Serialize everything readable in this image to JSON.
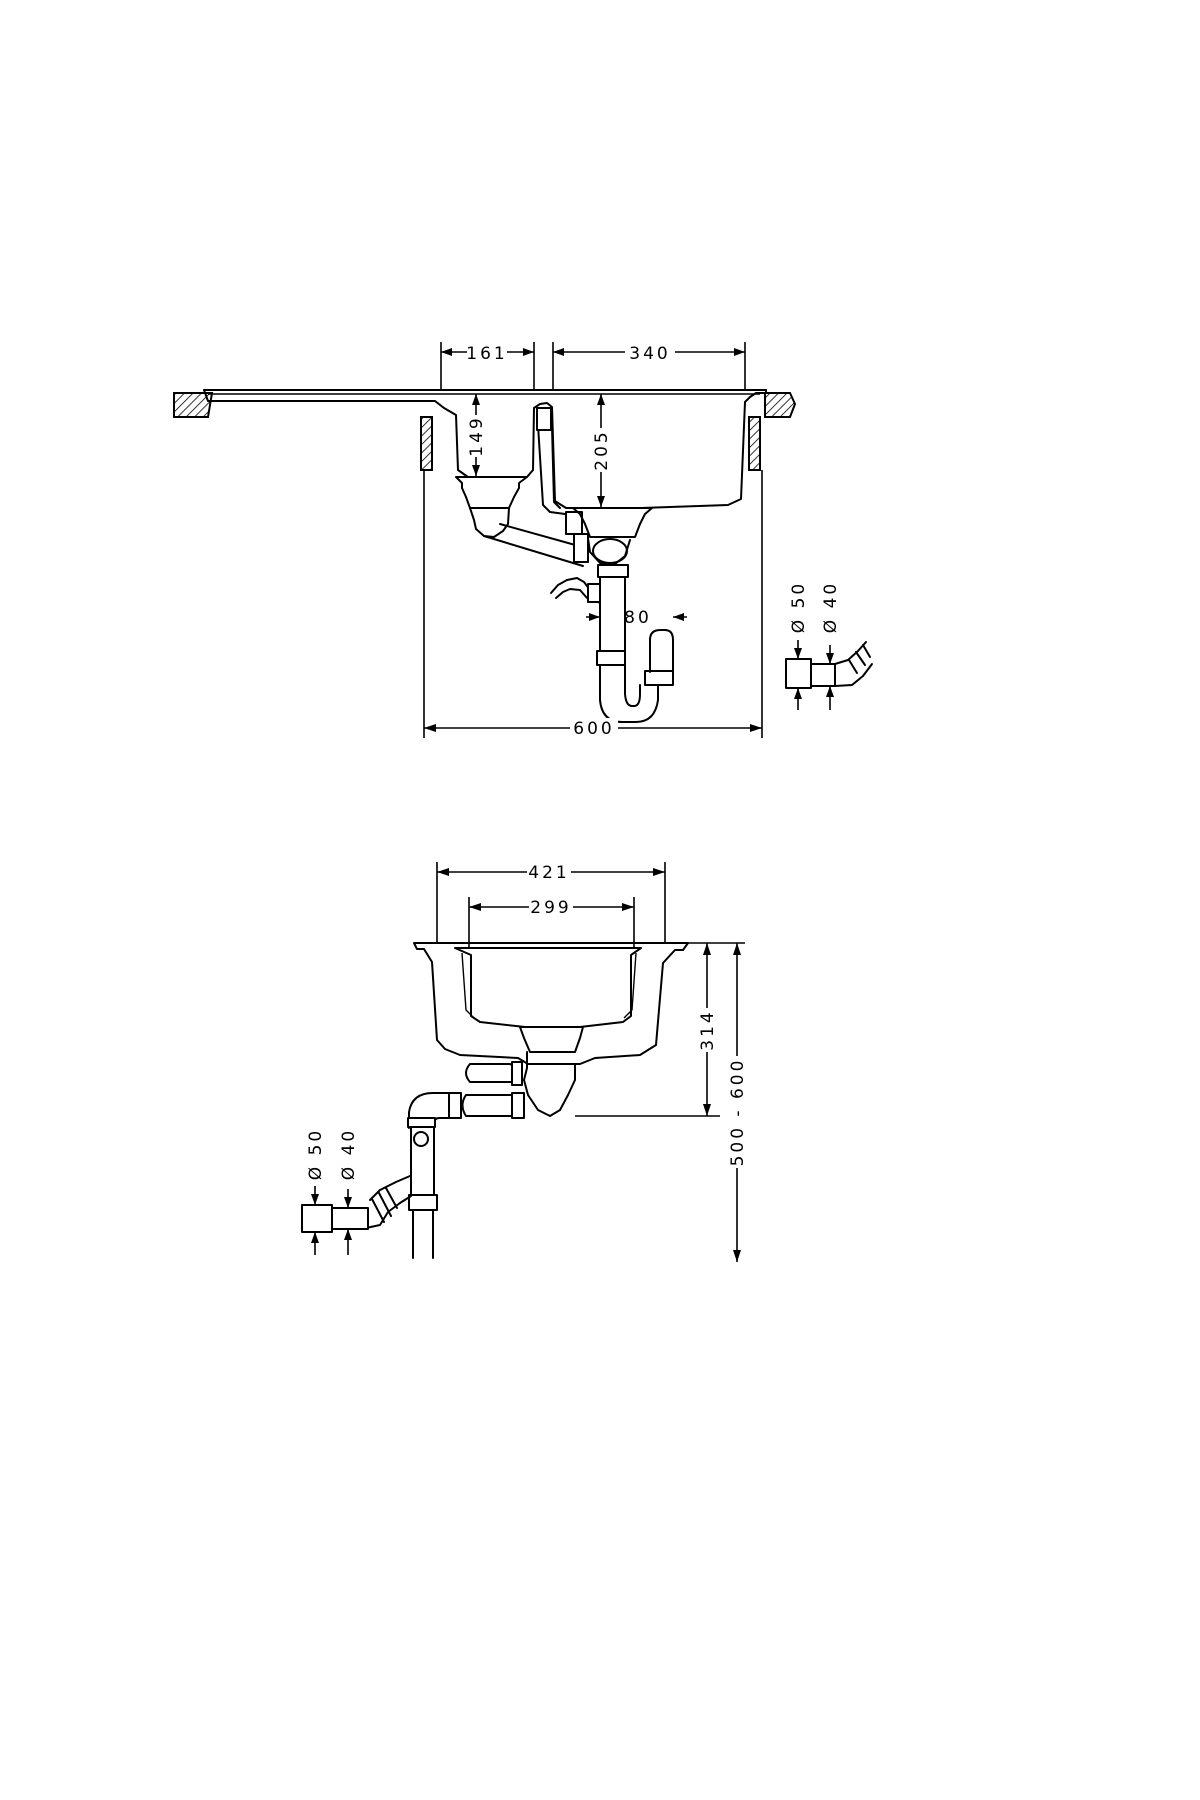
{
  "top_view": {
    "dim_small_bowl_width": "161",
    "dim_large_bowl_width": "340",
    "dim_small_bowl_depth": "149",
    "dim_large_bowl_depth": "205",
    "dim_trap_offset": "80",
    "dim_cabinet_width": "600",
    "outlet_outer_diameter": "Ø 50",
    "outlet_inner_diameter": "Ø 40"
  },
  "side_view": {
    "dim_outer_width": "421",
    "dim_inner_width": "299",
    "dim_depth": "314",
    "dim_outlet_height_range": "500 - 600",
    "outlet_outer_diameter": "Ø 50",
    "outlet_inner_diameter": "Ø 40"
  }
}
